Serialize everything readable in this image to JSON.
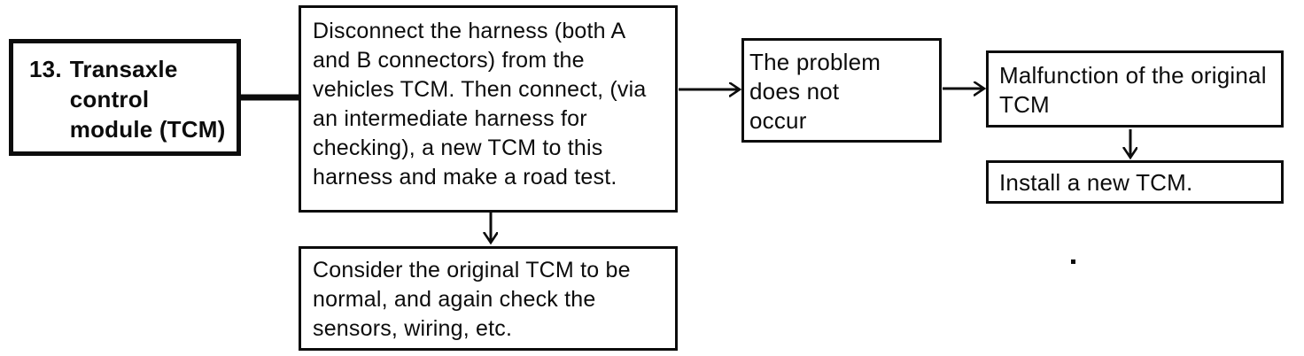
{
  "nodes": {
    "tcm": {
      "number": "13.",
      "label": "Transaxle\ncontrol\nmodule (TCM)"
    },
    "road_test": {
      "text": "Disconnect the harness (both A\nand B connectors) from the\nvehicles TCM. Then connect, (via\nan intermediate harness for\nchecking), a new TCM to this\nharness and make a road test."
    },
    "no_problem": {
      "text": "The problem\ndoes not\noccur"
    },
    "malfunction": {
      "text": "Malfunction of the original\nTCM"
    },
    "install": {
      "text": "Install a new TCM."
    },
    "consider": {
      "text": "Consider the original TCM to be\nnormal, and again check the\nsensors, wiring, etc."
    }
  },
  "colors": {
    "ink": "#0c0c0c",
    "paper": "#ffffff"
  }
}
